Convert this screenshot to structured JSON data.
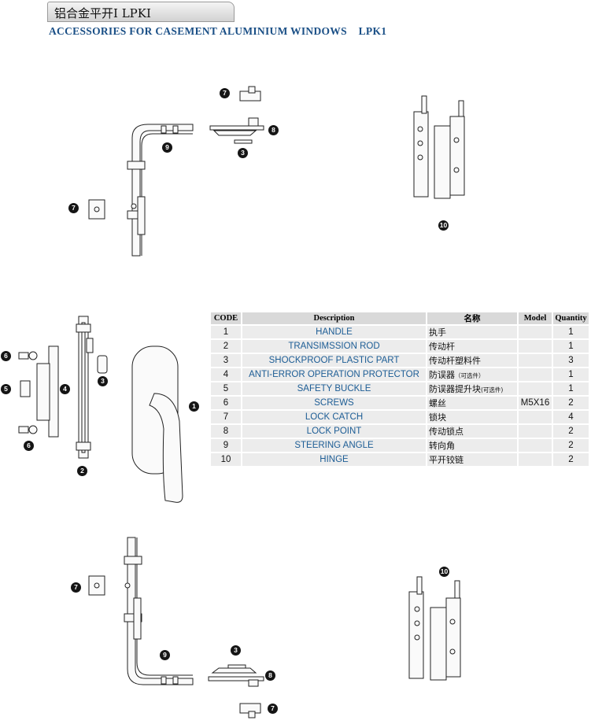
{
  "header": {
    "title": "铝合金平开Ⅰ   LPKⅠ",
    "subtitle": "ACCESSORIES FOR CASEMENT ALUMINIUM WINDOWS    LPK1"
  },
  "table": {
    "headers": {
      "code": "CODE",
      "description": "Description",
      "cn": "名称",
      "model": "Model",
      "quantity": "Quantity"
    },
    "rows": [
      {
        "code": "1",
        "description": "HANDLE",
        "cn": "执手",
        "cn_note": "",
        "model": "",
        "quantity": "1"
      },
      {
        "code": "2",
        "description": "TRANSIMSSION ROD",
        "cn": "传动杆",
        "cn_note": "",
        "model": "",
        "quantity": "1"
      },
      {
        "code": "3",
        "description": "SHOCKPROOF PLASTIC PART",
        "cn": "传动杆塑料件",
        "cn_note": "",
        "model": "",
        "quantity": "3"
      },
      {
        "code": "4",
        "description": "ANTI-ERROR OPERATION PROTECTOR",
        "cn": "防误器",
        "cn_note": "（可选件）",
        "model": "",
        "quantity": "1"
      },
      {
        "code": "5",
        "description": "SAFETY BUCKLE",
        "cn": "防误器提升块",
        "cn_note": "(可选件)",
        "model": "",
        "quantity": "1"
      },
      {
        "code": "6",
        "description": "SCREWS",
        "cn": "螺丝",
        "cn_note": "",
        "model": "M5X16",
        "quantity": "2"
      },
      {
        "code": "7",
        "description": "LOCK CATCH",
        "cn": "锁块",
        "cn_note": "",
        "model": "",
        "quantity": "4"
      },
      {
        "code": "8",
        "description": "LOCK POINT",
        "cn": "传动锁点",
        "cn_note": "",
        "model": "",
        "quantity": "2"
      },
      {
        "code": "9",
        "description": "STEERING ANGLE",
        "cn": "转向角",
        "cn_note": "",
        "model": "",
        "quantity": "2"
      },
      {
        "code": "10",
        "description": "HINGE",
        "cn": "平开铰链",
        "cn_note": "",
        "model": "",
        "quantity": "2"
      }
    ]
  },
  "callouts": {
    "c1": "1",
    "c2": "2",
    "c3": "3",
    "c4": "4",
    "c5": "5",
    "c6": "6",
    "c7": "7",
    "c8": "8",
    "c9": "9",
    "c10": "10"
  }
}
